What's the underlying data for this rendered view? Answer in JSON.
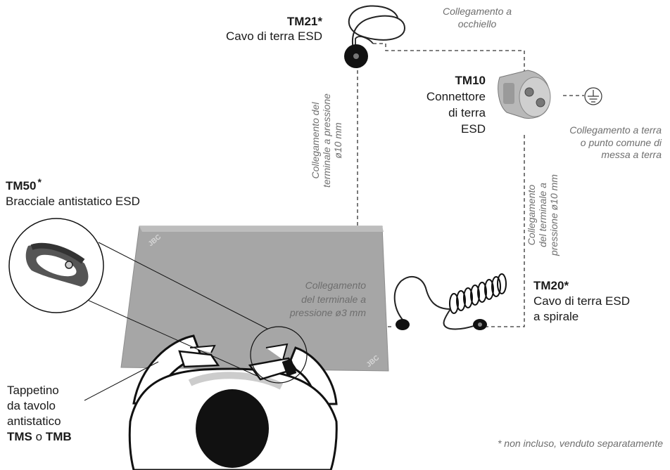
{
  "tm21": {
    "code": "TM21*",
    "name": "Cavo di terra ESD"
  },
  "eyelet_note": [
    "Collegamento a",
    "occhiello"
  ],
  "tm10": {
    "code": "TM10",
    "name_lines": [
      "Connettore",
      "di terra",
      "ESD"
    ]
  },
  "ground_note": [
    "Collegamento a terra",
    "o punto comune di",
    "messa a terra"
  ],
  "snap10_left": [
    "Collegamento del",
    "terminale a pressione",
    "ø10 mm"
  ],
  "snap10_right": [
    "Collegamento",
    "del terminale a",
    "pressione ø10 mm"
  ],
  "tm50": {
    "code": "TM50",
    "asterisk": "*",
    "name": "Bracciale antistatico ESD"
  },
  "snap3_note": [
    "Collegamento",
    "del terminale a",
    "pressione ø3 mm"
  ],
  "tm20": {
    "code": "TM20*",
    "name_lines": [
      "Cavo di terra ESD",
      "a spirale"
    ]
  },
  "mat": {
    "line1": "Tappetino",
    "line2": "da tavolo",
    "line3": "antistatico",
    "code1": "TMS",
    "sep": "o",
    "code2": "TMB"
  },
  "footnote": "* non incluso, venduto separatamente",
  "mat_brand": "JBC",
  "colors": {
    "mat": "#a3a3a3",
    "text": "#1a1a1a",
    "note": "#6e6e6e"
  }
}
